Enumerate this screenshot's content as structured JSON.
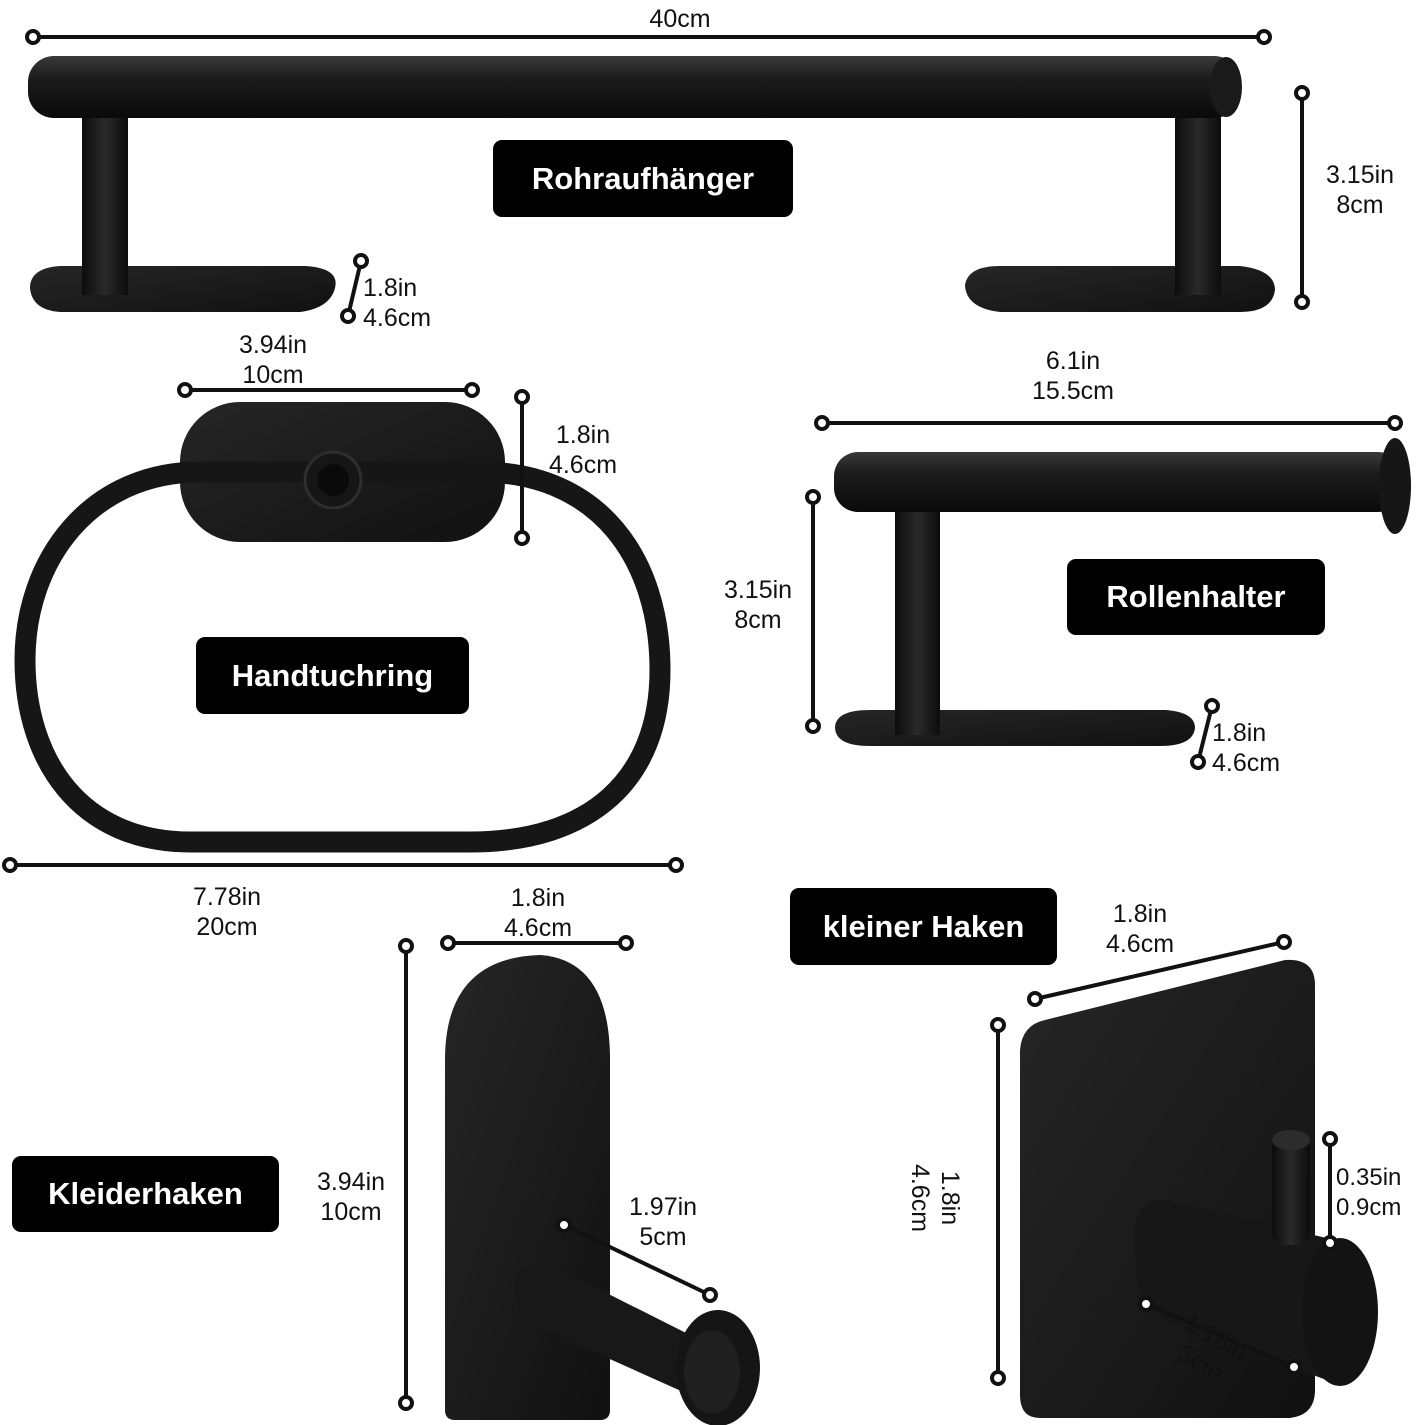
{
  "colors": {
    "product": "#141414",
    "dimension_line": "#111111",
    "label_bg": "#000000",
    "label_text": "#ffffff"
  },
  "products": {
    "towel_bar": {
      "label": "Rohraufhänger",
      "length": "40cm",
      "height_in": "3.15in",
      "height_cm": "8cm",
      "base_in": "1.8in",
      "base_cm": "4.6cm"
    },
    "towel_ring": {
      "label": "Handtuchring",
      "plate_w_in": "3.94in",
      "plate_w_cm": "10cm",
      "plate_h_in": "1.8in",
      "plate_h_cm": "4.6cm",
      "width_in": "7.78in",
      "width_cm": "20cm"
    },
    "roll_holder": {
      "label": "Rollenhalter",
      "length_in": "6.1in",
      "length_cm": "15.5cm",
      "height_in": "3.15in",
      "height_cm": "8cm",
      "base_in": "1.8in",
      "base_cm": "4.6cm"
    },
    "robe_hook": {
      "label": "Kleiderhaken",
      "width_in": "1.8in",
      "width_cm": "4.6cm",
      "height_in": "3.94in",
      "height_cm": "10cm",
      "depth_in": "1.97in",
      "depth_cm": "5cm"
    },
    "small_hook": {
      "label": "kleiner Haken",
      "width_in": "1.8in",
      "width_cm": "4.6cm",
      "height_in": "1.8in",
      "height_cm": "4.6cm",
      "tip_in": "0.35in",
      "tip_cm": "0.9cm",
      "depth_in": "1.18in",
      "depth_cm": "3cm"
    }
  }
}
